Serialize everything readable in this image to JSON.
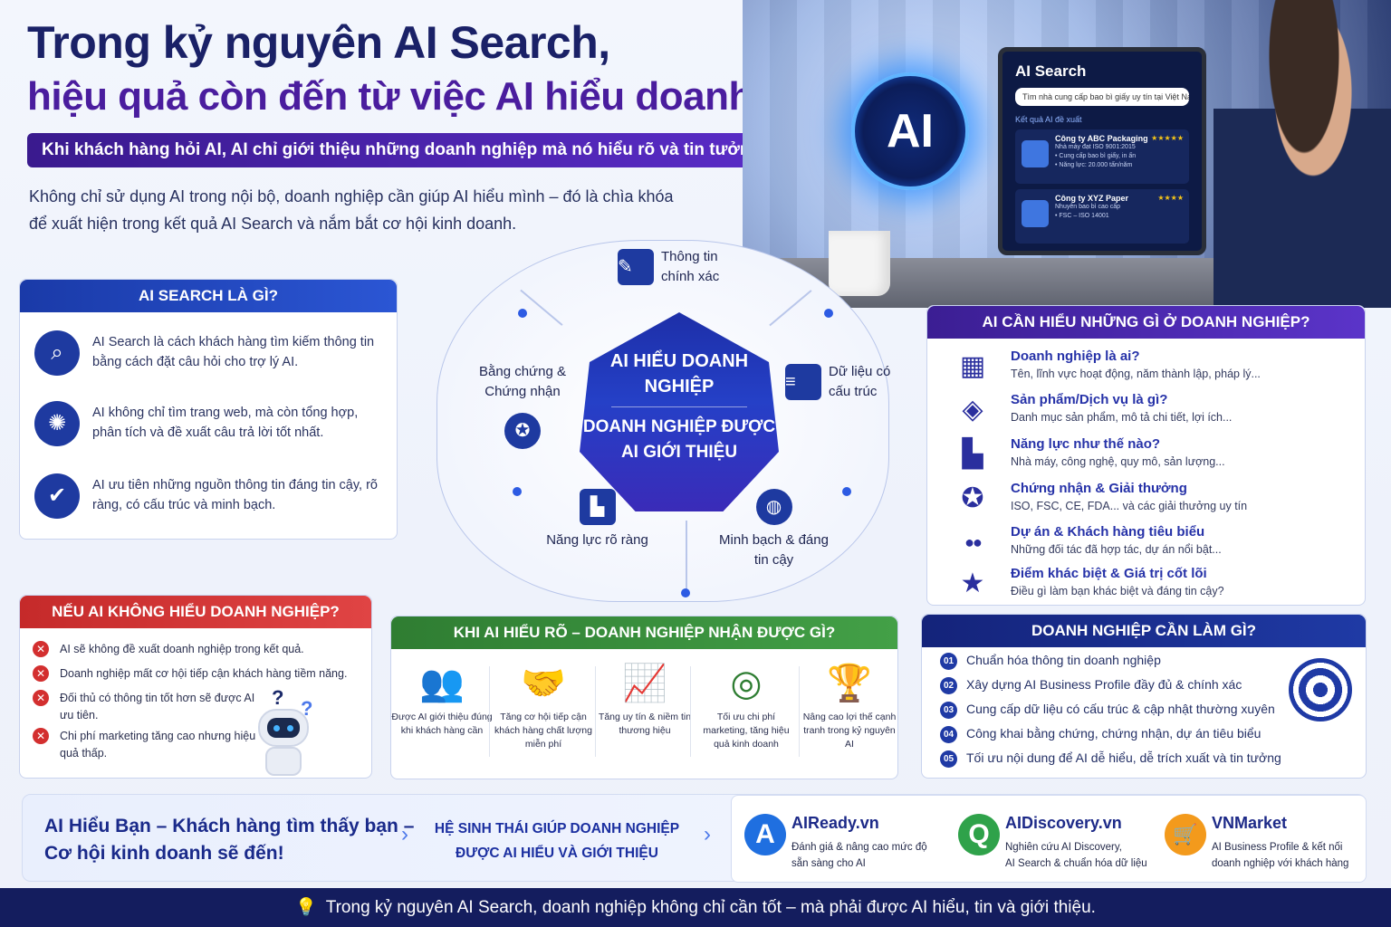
{
  "header": {
    "title_line1": "Trong kỷ nguyên AI Search,",
    "title_line2": "hiệu quả còn đến từ việc AI hiểu doanh nghiệp",
    "subtitle": "Khi khách hàng hỏi AI, AI chỉ giới thiệu những doanh nghiệp mà nó hiểu rõ và tin tưởng.",
    "intro_line1": "Không chỉ sử dụng AI trong nội bộ, doanh nghiệp cần giúp AI hiểu mình – đó là chìa khóa",
    "intro_line2": "để xuất hiện trong kết quả AI Search và nắm bắt cơ hội kinh doanh."
  },
  "hero": {
    "orb_label": "AI",
    "screen_title": "AI Search",
    "search_query": "Tìm nhà cung cấp bao bì giấy uy tín tại Việt Nam",
    "results_label": "Kết quả AI đề xuất",
    "result1": {
      "name": "Công ty ABC Packaging",
      "stars": "★★★★★",
      "line1": "Nhà máy đạt ISO 9001:2015",
      "line2": "• Cung cấp bao bì giấy, in ấn",
      "line3": "• Năng lực: 20.000 tấn/năm"
    },
    "result2": {
      "name": "Công ty XYZ Paper",
      "stars": "★★★★",
      "line1": "Nhuyên bao bì cao cấp",
      "line2": "• FSC – ISO 14001"
    }
  },
  "what": {
    "title": "AI SEARCH LÀ GÌ?",
    "items": [
      {
        "icon": "search-icon",
        "glyph": "⌕",
        "text": "AI Search là cách khách hàng tìm kiếm thông tin bằng cách đặt câu hỏi cho trợ lý AI."
      },
      {
        "icon": "brain-icon",
        "glyph": "✺",
        "text": "AI không chỉ tìm trang web, mà còn tổng hợp, phân tích và đề xuất câu trả lời tốt nhất."
      },
      {
        "icon": "shield-check-icon",
        "glyph": "✔",
        "text": "AI ưu tiên những nguồn thông tin đáng tin cậy, rõ ràng, có cấu trúc và minh bạch."
      }
    ]
  },
  "diagram": {
    "center_top": "AI HIỂU DOANH NGHIỆP",
    "center_bottom": "DOANH NGHIỆP ĐƯỢC AI GIỚI THIỆU",
    "nodes": {
      "top": "Thông tin chính xác",
      "left": "Bằng chứng & Chứng nhận",
      "right": "Dữ liệu có cấu trúc",
      "bottom_left": "Năng lực rõ ràng",
      "bottom_right": "Minh bạch & đáng tin cậy"
    }
  },
  "needs": {
    "title": "AI CẦN HIỂU NHỮNG GÌ Ở DOANH NGHIỆP?",
    "items": [
      {
        "icon": "building-icon",
        "glyph": "▦",
        "title": "Doanh nghiệp là ai?",
        "desc": "Tên, lĩnh vực hoạt động, năm thành lập, pháp lý..."
      },
      {
        "icon": "box-icon",
        "glyph": "◈",
        "title": "Sản phẩm/Dịch vụ là gì?",
        "desc": "Danh mục sản phẩm, mô tả chi tiết, lợi ích..."
      },
      {
        "icon": "factory-icon",
        "glyph": "▙",
        "title": "Năng lực như thế nào?",
        "desc": "Nhà máy, công nghệ, quy mô, sản lượng..."
      },
      {
        "icon": "award-icon",
        "glyph": "✪",
        "title": "Chứng nhận & Giải thưởng",
        "desc": "ISO, FSC, CE, FDA... và các giải thưởng uy tín"
      },
      {
        "icon": "people-icon",
        "glyph": "●●",
        "title": "Dự án & Khách hàng tiêu biểu",
        "desc": "Những đối tác đã hợp tác, dự án nổi bật..."
      },
      {
        "icon": "star-icon",
        "glyph": "★",
        "title": "Điểm khác biệt & Giá trị cốt lõi",
        "desc": "Điều gì làm bạn khác biệt và đáng tin cậy?"
      }
    ]
  },
  "fail": {
    "title": "NẾU AI KHÔNG HIỂU DOANH NGHIỆP?",
    "items": [
      "AI sẽ không đề xuất doanh nghiệp trong kết quả.",
      "Doanh nghiệp mất cơ hội tiếp cận khách hàng tiềm năng.",
      "Đối thủ có thông tin tốt hơn sẽ được AI ưu tiên.",
      "Chi phí marketing tăng cao nhưng hiệu quả thấp."
    ]
  },
  "gain": {
    "title": "KHI AI HIỂU RÕ – DOANH NGHIỆP NHẬN ĐƯỢC GÌ?",
    "items": [
      {
        "icon": "people-icon",
        "glyph": "👥",
        "text": "Được AI giới thiệu đúng khi khách hàng cần"
      },
      {
        "icon": "handshake-icon",
        "glyph": "🤝",
        "text": "Tăng cơ hội tiếp cận khách hàng chất lượng miễn phí"
      },
      {
        "icon": "growth-chart-icon",
        "glyph": "📈",
        "text": "Tăng uy tín & niềm tin thương hiệu"
      },
      {
        "icon": "target-icon",
        "glyph": "◎",
        "text": "Tối ưu chi phí marketing, tăng hiệu quả kinh doanh"
      },
      {
        "icon": "trophy-icon",
        "glyph": "🏆",
        "text": "Nâng cao lợi thế cạnh tranh trong kỷ nguyên AI"
      }
    ]
  },
  "todo": {
    "title": "DOANH NGHIỆP CẦN LÀM GÌ?",
    "items": [
      {
        "num": "01",
        "text": "Chuẩn hóa thông tin doanh nghiệp"
      },
      {
        "num": "02",
        "text": "Xây dựng AI Business Profile đầy đủ & chính xác"
      },
      {
        "num": "03",
        "text": "Cung cấp dữ liệu có cấu trúc & cập nhật thường xuyên"
      },
      {
        "num": "04",
        "text": "Công khai bằng chứng, chứng nhận, dự án tiêu biểu"
      },
      {
        "num": "05",
        "text": "Tối ưu nội dung để AI dễ hiểu, dễ trích xuất và tin tưởng"
      }
    ]
  },
  "band": {
    "slogan_line1": "AI Hiểu Bạn – Khách hàng tìm thấy bạn –",
    "slogan_line2": "Cơ hội kinh doanh sẽ đến!",
    "eco_line1": "HỆ SINH THÁI GIÚP DOANH NGHIỆP",
    "eco_line2": "ĐƯỢC AI HIỂU VÀ GIỚI THIỆU",
    "brands": [
      {
        "name": "AIReady.vn",
        "logo": "A",
        "color": "#1f6fe0",
        "desc1": "Đánh giá & nâng cao mức độ",
        "desc2": "sẵn sàng cho AI"
      },
      {
        "name": "AIDiscovery.vn",
        "logo": "Q",
        "color": "#2fa24a",
        "desc1": "Nghiên cứu AI Discovery,",
        "desc2": "AI Search & chuẩn hóa dữ liệu"
      },
      {
        "name": "VNMarket",
        "logo": "🛒",
        "color": "#f39a1c",
        "desc1": "AI Business Profile & kết nối",
        "desc2": "doanh nghiệp với khách hàng"
      }
    ]
  },
  "footer": {
    "text": "Trong kỷ nguyên AI Search, doanh nghiệp không chỉ cần tốt – mà phải được AI hiểu, tin và giới thiệu."
  }
}
